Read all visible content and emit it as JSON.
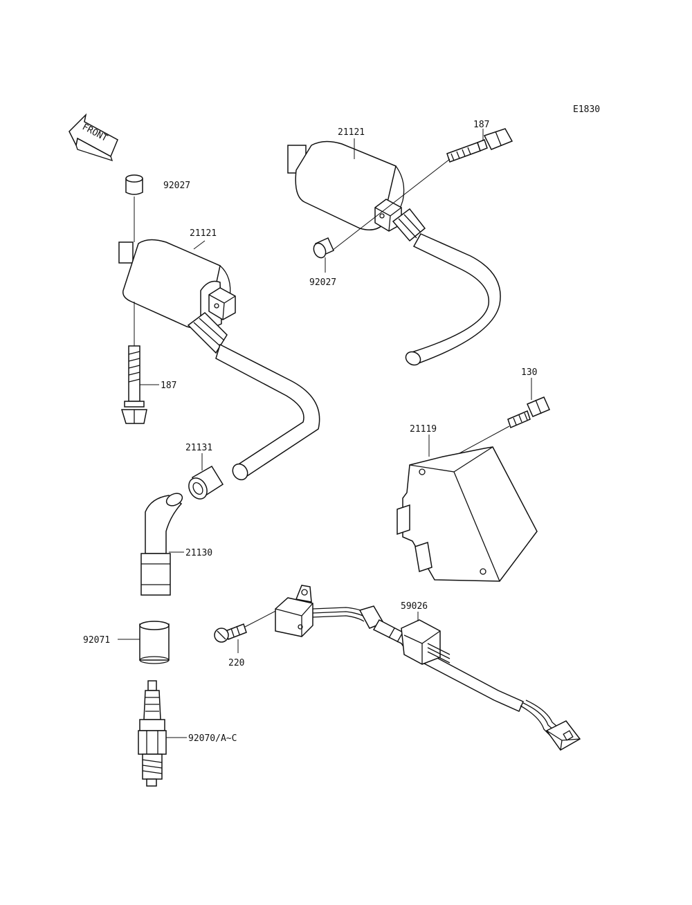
{
  "diagram_code": "E1830",
  "front_label": "FRONT",
  "callouts": {
    "cap_left": "92027",
    "coil_left": "21121",
    "bolt_left": "187",
    "coil_right": "21121",
    "bolt_right": "187",
    "cap_right": "92027",
    "seal": "21131",
    "plug_cap": "21130",
    "boot": "92071",
    "spark_plug": "92070/A~C",
    "igniter_bolt": "130",
    "igniter": "21119",
    "sensor_screw": "220",
    "pickup_coil": "59026"
  }
}
